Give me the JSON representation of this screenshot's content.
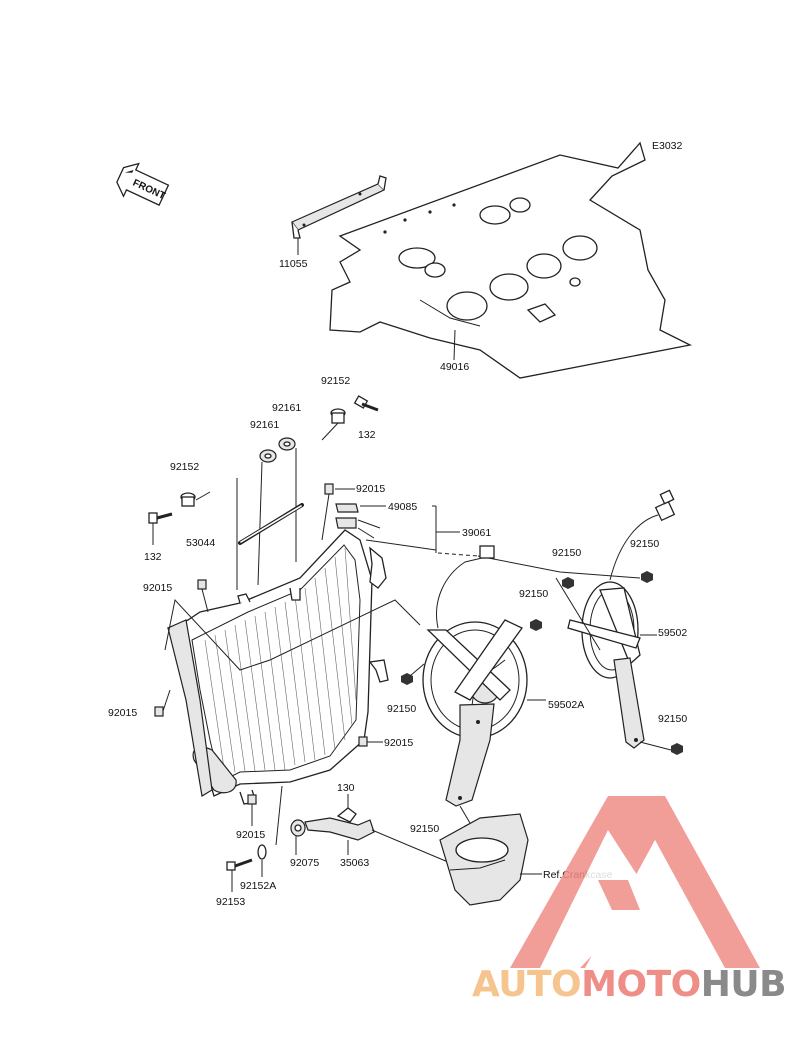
{
  "diagram": {
    "code": "E3032",
    "front_label": "FRONT",
    "parts": {
      "p11055": "11055",
      "p49016": "49016",
      "p92152_top": "92152",
      "p132_top": "132",
      "p92161_a": "92161",
      "p92161_b": "92161",
      "p92152_left": "92152",
      "p132_left": "132",
      "p53044": "53044",
      "p92015_a": "92015",
      "p49085": "49085",
      "p39061": "39061",
      "p92015_b": "92015",
      "p92150_a": "92150",
      "p92150_b": "92150",
      "p92150_c": "92150",
      "p59502": "59502",
      "p92015_c": "92015",
      "p92150_d": "92150",
      "p59502A": "59502A",
      "p92150_e": "92150",
      "p92015_d": "92015",
      "p130": "130",
      "p92015_e": "92015",
      "p92150_f": "92150",
      "p92075": "92075",
      "p35063": "35063",
      "p92152A": "92152A",
      "p92153": "92153",
      "ref_crankcase": "Ref.Crankcase"
    }
  },
  "watermark": {
    "part1": "AUTO",
    "part2": "MOTO",
    "part3": "HUB",
    "color_light": "#f6c48e",
    "color_red": "#ef8d87",
    "color_grey": "#8a8a8a"
  }
}
